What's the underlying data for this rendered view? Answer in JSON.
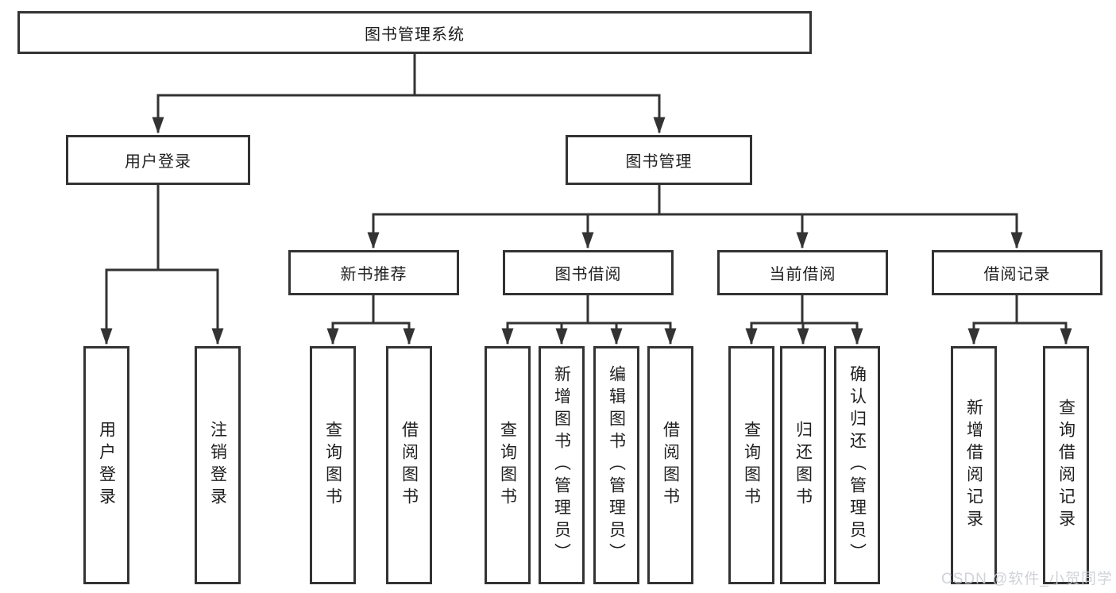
{
  "diagram": {
    "root": {
      "label": "图书管理系统"
    },
    "level2": [
      {
        "label": "用户登录"
      },
      {
        "label": "图书管理"
      }
    ],
    "level3": [
      {
        "label": "新书推荐"
      },
      {
        "label": "图书借阅"
      },
      {
        "label": "当前借阅"
      },
      {
        "label": "借阅记录"
      }
    ],
    "leaf_groups": [
      {
        "parent": "用户登录",
        "items": [
          "用户登录",
          "注销登录"
        ]
      },
      {
        "parent": "新书推荐",
        "items": [
          "查询图书",
          "借阅图书"
        ]
      },
      {
        "parent": "图书借阅",
        "items": [
          "查询图书",
          "新增图书（管理员）",
          "编辑图书（管理员）",
          "借阅图书"
        ]
      },
      {
        "parent": "当前借阅",
        "items": [
          "查询图书",
          "归还图书",
          "确认归还（管理员）"
        ]
      },
      {
        "parent": "借阅记录",
        "items": [
          "新增借阅记录",
          "查询借阅记录"
        ]
      }
    ]
  },
  "watermark": {
    "text": "CSDN @软件_小贺同学"
  },
  "colors": {
    "line": "#333333",
    "text": "#1f1f1f",
    "background": "#ffffff",
    "watermark": "#cdd0d5"
  }
}
